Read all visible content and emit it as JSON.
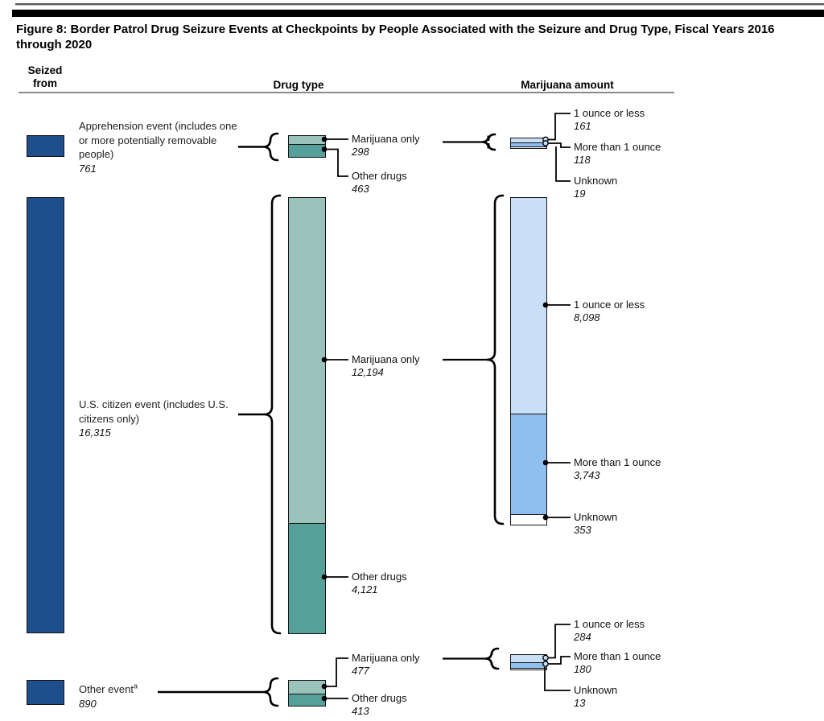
{
  "page": {
    "title": "Figure 8: Border Patrol Drug Seizure Events at Checkpoints by People Associated with the Seizure and Drug Type, Fiscal Years 2016 through 2020"
  },
  "columns": {
    "seized_from": "Seized from",
    "drug_type": "Drug type",
    "marijuana_amount": "Marijuana amount"
  },
  "chart_data": {
    "type": "bar",
    "subtype": "nested-stacked-bars-sankey-style",
    "unit": "drug seizure events, fiscal years 2016 through 2020",
    "legend_position": "none",
    "grid": false,
    "colors": {
      "seized_from": "#1F4E8C",
      "marijuana_only": "#9AC3BC",
      "other_drugs": "#55A098",
      "one_ounce_or_less": "#C9DFF7",
      "more_than_one_ounce": "#8FBFEE",
      "unknown": "#FFFFFF"
    },
    "groups": [
      {
        "seized_from": {
          "label": "Apprehension event (includes one or more potentially removable people)",
          "value": 761,
          "value_text": "761"
        },
        "drug_type": [
          {
            "label": "Marijuana only",
            "value": 298,
            "value_text": "298"
          },
          {
            "label": "Other drugs",
            "value": 463,
            "value_text": "463"
          }
        ],
        "marijuana_amount": [
          {
            "label": "1 ounce or less",
            "value": 161,
            "value_text": "161"
          },
          {
            "label": "More than 1 ounce",
            "value": 118,
            "value_text": "118"
          },
          {
            "label": "Unknown",
            "value": 19,
            "value_text": "19"
          }
        ]
      },
      {
        "seized_from": {
          "label": "U.S. citizen event (includes U.S. citizens only)",
          "value": 16315,
          "value_text": "16,315"
        },
        "drug_type": [
          {
            "label": "Marijuana only",
            "value": 12194,
            "value_text": "12,194"
          },
          {
            "label": "Other drugs",
            "value": 4121,
            "value_text": "4,121"
          }
        ],
        "marijuana_amount": [
          {
            "label": "1 ounce or less",
            "value": 8098,
            "value_text": "8,098"
          },
          {
            "label": "More than 1 ounce",
            "value": 3743,
            "value_text": "3,743"
          },
          {
            "label": "Unknown",
            "value": 353,
            "value_text": "353"
          }
        ]
      },
      {
        "seized_from": {
          "label": "Other event",
          "note": "a",
          "value": 890,
          "value_text": "890"
        },
        "drug_type": [
          {
            "label": "Marijuana only",
            "value": 477,
            "value_text": "477"
          },
          {
            "label": "Other drugs",
            "value": 413,
            "value_text": "413"
          }
        ],
        "marijuana_amount": [
          {
            "label": "1 ounce or less",
            "value": 284,
            "value_text": "284"
          },
          {
            "label": "More than 1 ounce",
            "value": 180,
            "value_text": "180"
          },
          {
            "label": "Unknown",
            "value": 13,
            "value_text": "13"
          }
        ]
      }
    ]
  }
}
